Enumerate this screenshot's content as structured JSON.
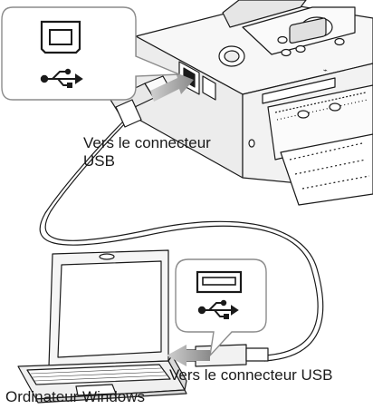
{
  "labels": {
    "printer_connector": "Vers le connecteur USB",
    "computer_connector": "Vers le connecteur USB",
    "computer": "Ordinateur Windows"
  },
  "icons": {
    "printer_port_callout": [
      "usb-type-b-port-icon",
      "usb-symbol-icon"
    ],
    "computer_port_callout": [
      "usb-type-a-port-icon",
      "usb-symbol-icon"
    ],
    "arrows": [
      "arrow-right-icon",
      "arrow-left-icon"
    ]
  },
  "colors": {
    "line": "#1a1a1a",
    "callout_fill": "#ffffff",
    "callout_stroke": "#8c8c8c",
    "device_body": "#f4f4f4",
    "device_shade": "#d9d9d9",
    "arrow_fill": "#a6a6a6"
  }
}
